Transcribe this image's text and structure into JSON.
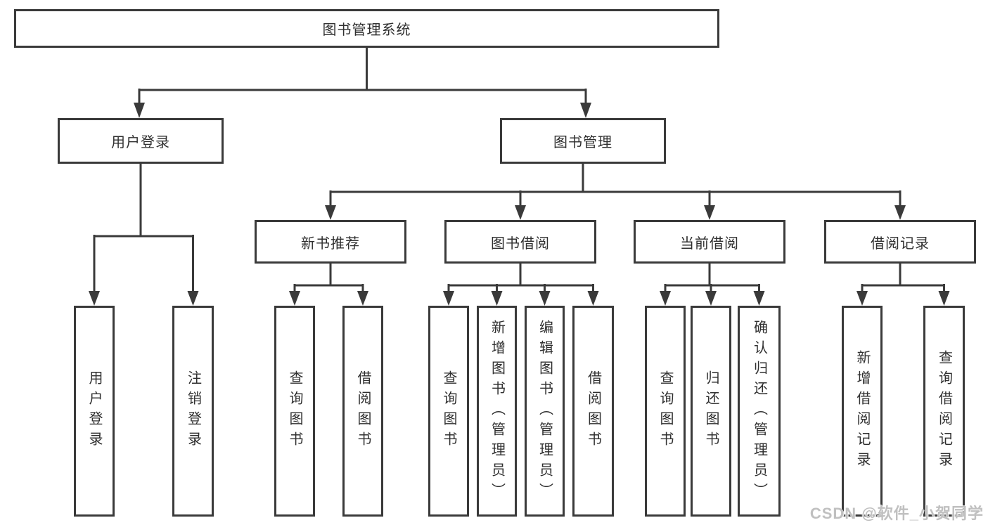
{
  "nodes": {
    "root": {
      "label": "图书管理系统"
    },
    "user_login": {
      "label": "用户登录"
    },
    "book_mgmt": {
      "label": "图书管理"
    },
    "new_book_rec": {
      "label": "新书推荐"
    },
    "book_borrow": {
      "label": "图书借阅"
    },
    "current_borrow": {
      "label": "当前借阅"
    },
    "borrow_records": {
      "label": "借阅记录"
    },
    "v_user_login": {
      "label": "用户登录"
    },
    "v_logout": {
      "label": "注销登录"
    },
    "v_query_books_1": {
      "label": "查询图书"
    },
    "v_borrow_books_1": {
      "label": "借阅图书"
    },
    "v_query_books_2": {
      "label": "查询图书"
    },
    "v_add_books": {
      "label": "新增图书（管理员）"
    },
    "v_edit_books": {
      "label": "编辑图书（管理员）"
    },
    "v_borrow_books_2": {
      "label": "借阅图书"
    },
    "v_query_books_3": {
      "label": "查询图书"
    },
    "v_return_books": {
      "label": "归还图书"
    },
    "v_confirm_return": {
      "label": "确认归还（管理员）"
    },
    "v_add_record": {
      "label": "新增借阅记录"
    },
    "v_query_record": {
      "label": "查询借阅记录"
    }
  },
  "watermark": {
    "text": "CSDN @软件_小贺同学"
  },
  "colors": {
    "line": "#3a3a3a",
    "border": "#3a3a3a",
    "text": "#2f2f2f",
    "background": "#ffffff",
    "watermark": "#c0c0c0"
  }
}
